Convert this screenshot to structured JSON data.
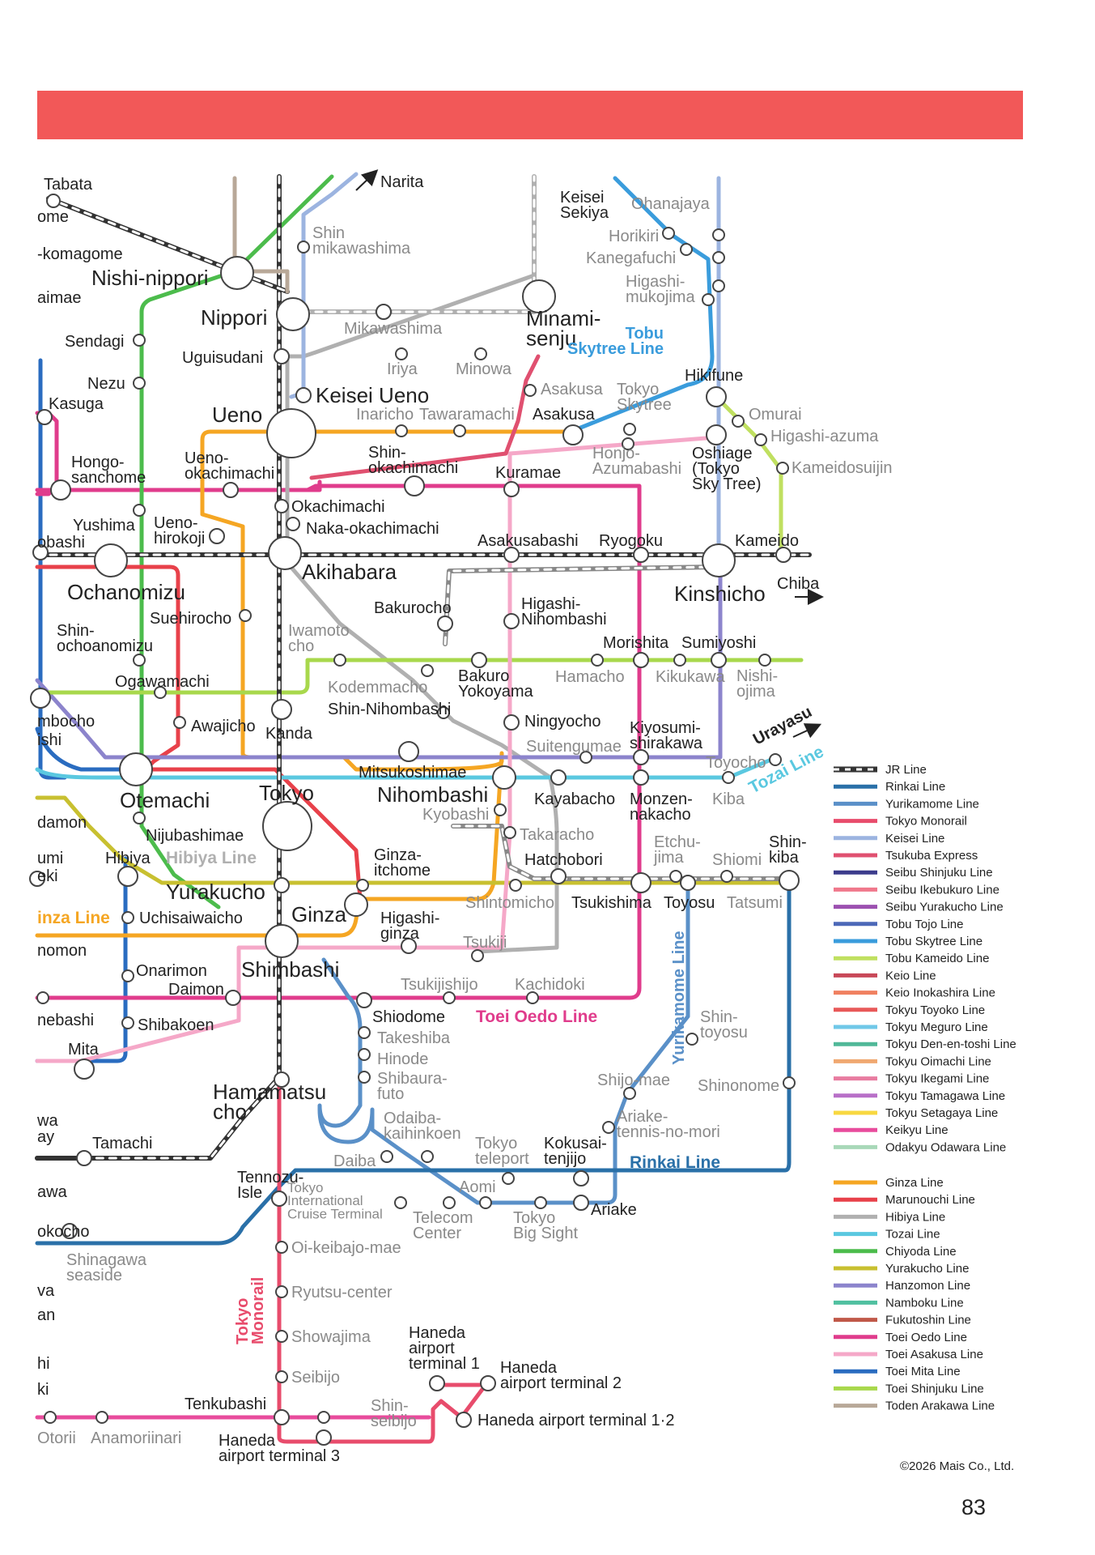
{
  "header": {
    "color": "#f25858"
  },
  "map": {
    "stations": {
      "tabata": "Tabata",
      "ome_partial": "ome",
      "komagome_partial": "-komagome",
      "nishi_nippori": "Nishi-nippori",
      "aimae_partial": "aimae",
      "nippori": "Nippori",
      "sendagi": "Sendagi",
      "uguisudani": "Uguisudani",
      "nezu": "Nezu",
      "kasuga": "Kasuga",
      "ueno": "Ueno",
      "keisei_ueno": "Keisei Ueno",
      "hongo_sanchome": "Hongo-\nsanchome",
      "ueno_okachimachi": "Ueno-\nokachimachi",
      "shin_okachimachi": "Shin-\nokachimachi",
      "kuramae": "Kuramae",
      "okachimachi": "Okachimachi",
      "naka_okachimachi": "Naka-okachimachi",
      "yushima": "Yushima",
      "ueno_hirokoji": "Ueno-\nhirokoji",
      "obashi_partial": "obashi",
      "akihabara": "Akihabara",
      "asakusabashi": "Asakusabashi",
      "ryogoku": "Ryogoku",
      "kameido": "Kameido",
      "ochanomizu": "Ochanomizu",
      "kinshicho": "Kinshicho",
      "chiba": "Chiba",
      "bakurocho": "Bakurocho",
      "higashi_nihombashi": "Higashi-\nNihombashi",
      "suehirocho": "Suehirocho",
      "shin_ochanomizu": "Shin-\nochoanomizu",
      "iwamotocho": "Iwamoto\ncho",
      "morishita": "Morishita",
      "sumiyoshi": "Sumiyoshi",
      "ogawamachi": "Ogawamachi",
      "kodemmacho": "Kodemmacho",
      "bakuro_yokoyama": "Bakuro\nYokoyama",
      "hamacho": "Hamacho",
      "kikukawa": "Kikukawa",
      "nishi_ojima": "Nishi-\nojima",
      "mbocho_partial": "mbocho",
      "shi_partial": "ishi",
      "awajicho": "Awajicho",
      "kanda": "Kanda",
      "shin_nihombashi": "Shin-Nihombashi",
      "ningyocho": "Ningyocho",
      "suitengumae": "Suitengumae",
      "kiyosumi_shirakawa": "Kiyosumi-\nshirakawa",
      "urayasu": "Urayasu",
      "mitsukoshimae": "Mitsukoshimae",
      "toyocho": "Toyocho",
      "otemachi": "Otemachi",
      "tokyo": "Tokyo",
      "nihombashi": "Nihombashi",
      "kayabacho": "Kayabacho",
      "monzen_nakacho": "Monzen-\nnakacho",
      "kiba": "Kiba",
      "damon_partial": "damon",
      "kyobashi": "Kyobashi",
      "nijubashimae": "Nijubashimae",
      "takaracho": "Takaracho",
      "umi_partial": "umi",
      "eki_partial": "eki",
      "hibiya": "Hibiya",
      "ginza_itchome": "Ginza-\nitchome",
      "hatchobori": "Hatchobori",
      "etchujima": "Etchu-\njima",
      "shiomi": "Shiomi",
      "shin_kiba": "Shin-\nkiba",
      "yurakucho": "Yurakucho",
      "shintomicho": "Shintomicho",
      "tsukishima": "Tsukishima",
      "toyosu": "Toyosu",
      "tatsumi": "Tatsumi",
      "uchisaiwaicho": "Uchisaiwaicho",
      "ginza": "Ginza",
      "higashi_ginza": "Higashi-\nginza",
      "nomon_partial": "nomon",
      "tsukiji": "Tsukiji",
      "onarimon": "Onarimon",
      "shimbashi": "Shimbashi",
      "daimon": "Daimon",
      "tsukijishijo": "Tsukijishijo",
      "kachidoki": "Kachidoki",
      "nebashi_partial": "nebashi",
      "shiodome": "Shiodome",
      "shibakoen": "Shibakoen",
      "takeshiba": "Takeshiba",
      "shin_toyosu": "Shin-\ntoyosu",
      "mita": "Mita",
      "hinode": "Hinode",
      "shijo_mae": "Shijo-mae",
      "shinonome": "Shinonome",
      "shibaura_futo": "Shibaura-\nfuto",
      "hamamatsucho": "Hamamatsu\ncho",
      "ariake_tennis": "Ariake-\ntennis-no-mori",
      "odaiba_kaihinkoen": "Odaiba-\nkaihinkoen",
      "wa_partial": "wa",
      "ay_partial": "ay",
      "tamachi": "Tamachi",
      "tokyo_teleport": "Tokyo\nteleport",
      "kokusai_tenjijo": "Kokusai-\ntenjijo",
      "daiba": "Daiba",
      "tennozu_isle": "Tennozu-\nIsle",
      "awa_partial": "awa",
      "tokyo_intl_cruise": "Tokyo\nInternational\nCruise Terminal",
      "aomi": "Aomi",
      "ariake": "Ariake",
      "okocho_partial": "okocho",
      "telecom_center": "Telecom\nCenter",
      "tokyo_big_sight": "Tokyo\nBig Sight",
      "oi_keibajo_mae": "Oi-keibajo-mae",
      "shinagawa_seaside": "Shinagawa\nseaside",
      "va_partial": "va",
      "an_partial": "an",
      "ryutsu_center": "Ryutsu-center",
      "showajima": "Showajima",
      "hi_partial": "hi",
      "ki_partial": "ki",
      "haneda_t1": "Haneda\nairport\nterminal 1",
      "haneda_t2": "Haneda\nairport terminal 2",
      "seibijo": "Seibijo",
      "tenkubashi": "Tenkubashi",
      "shin_seibijo": "Shin-\nseibijo",
      "haneda_t12": "Haneda airport terminal 1·2",
      "otorii": "Otorii",
      "anamoriinari": "Anamoriinari",
      "haneda_t3": "Haneda\nairport terminal 3",
      "narita": "Narita",
      "shin_mikawashima": "Shin\nmikawashima",
      "mikawashima": "Mikawashima",
      "minami_senju": "Minami-\nsenju",
      "keisei_sekiya": "Keisei\nSekiya",
      "ohanajaya": "Ohanajaya",
      "horikiri": "Horikiri",
      "kanegafuchi": "Kanegafuchi",
      "higashi_mukojima": "Higashi-\nmukojima",
      "iriya": "Iriya",
      "minowa": "Minowa",
      "hikifune": "Hikifune",
      "asakusa_a": "Asakusa",
      "asakusa_b": "Asakusa",
      "tokyo_skytree": "Tokyo\nSkytree",
      "omurai": "Omurai",
      "higashi_azuma": "Higashi-azuma",
      "inaricho": "Inaricho",
      "tawaramachi": "Tawaramachi",
      "honjo_azumabashi": "Honjo-\nAzumabashi",
      "oshiage": "Oshiage\n(Tokyo\nSky Tree)",
      "kameidosuijin": "Kameidosuijin"
    },
    "line_labels": {
      "tobu_skytree": "Tobu\nSkytree Line",
      "hibiya": "Hibiya Line",
      "ginza": "inza Line",
      "tozai": "Tozai Line",
      "yurikamome": "Yurikamome Line",
      "toei_oedo": "Toei Oedo Line",
      "rinkai": "Rinkai Line",
      "tokyo_monorail": "Tokyo\nMonorail"
    },
    "line_colors": {
      "jr": "#333333",
      "ginza": "#f5a623",
      "marunouchi": "#e8414a",
      "hibiya": "#b0b0b0",
      "tozai": "#5ac8e0",
      "chiyoda": "#4cbc4c",
      "yurakucho": "#c8c030",
      "hanzomon": "#8c84cc",
      "oedo": "#e03c8c",
      "asakusa": "#f5a8c8",
      "mita": "#2a6cc0",
      "shinjuku": "#a8d84c",
      "rinkai": "#2a70a8",
      "yurikamome": "#5a90c8",
      "monorail": "#e84c6c",
      "keisei": "#9cb4e0",
      "tsukuba": "#e05070",
      "tobu_skytree": "#3a9cdc",
      "tobu_kameido": "#c0e060",
      "arakawa": "#a89888"
    }
  },
  "legend": {
    "group1": [
      {
        "label": "JR Line",
        "color": "#333333",
        "dashed": true
      },
      {
        "label": "Rinkai Line",
        "color": "#2a70a8"
      },
      {
        "label": "Yurikamome Line",
        "color": "#5a90c8"
      },
      {
        "label": "Tokyo Monorail",
        "color": "#e84c6c"
      },
      {
        "label": "Keisei Line",
        "color": "#9cb4e0"
      },
      {
        "label": "Tsukuba Express",
        "color": "#e05070"
      },
      {
        "label": "Seibu Shinjuku Line",
        "color": "#3c3c8c"
      },
      {
        "label": "Seibu Ikebukuro Line",
        "color": "#f0788c"
      },
      {
        "label": "Seibu Yurakucho Line",
        "color": "#9c50b0"
      },
      {
        "label": "Tobu Tojo Line",
        "color": "#4c68b8"
      },
      {
        "label": "Tobu Skytree Line",
        "color": "#3a9cdc"
      },
      {
        "label": "Tobu Kameido Line",
        "color": "#c0e060"
      },
      {
        "label": "Keio Line",
        "color": "#c84858"
      },
      {
        "label": "Keio Inokashira Line",
        "color": "#f08060"
      },
      {
        "label": "Tokyu Toyoko Line",
        "color": "#e85858"
      },
      {
        "label": "Tokyu Meguro Line",
        "color": "#70c8e8"
      },
      {
        "label": "Tokyu Den-en-toshi Line",
        "color": "#50b898"
      },
      {
        "label": "Tokyu Oimachi Line",
        "color": "#f0a870"
      },
      {
        "label": "Tokyu Ikegami Line",
        "color": "#e87ca0"
      },
      {
        "label": "Tokyu Tamagawa Line",
        "color": "#b870c8"
      },
      {
        "label": "Tokyu Setagaya Line",
        "color": "#f8d840"
      },
      {
        "label": "Keikyu Line",
        "color": "#e84c9c"
      },
      {
        "label": "Odakyu Odawara Line",
        "color": "#a8d8b8"
      }
    ],
    "group2": [
      {
        "label": "Ginza Line",
        "color": "#f5a623"
      },
      {
        "label": "Marunouchi Line",
        "color": "#e8414a"
      },
      {
        "label": "Hibiya Line",
        "color": "#b0b0b0"
      },
      {
        "label": "Tozai Line",
        "color": "#5ac8e0"
      },
      {
        "label": "Chiyoda Line",
        "color": "#4cbc4c"
      },
      {
        "label": "Yurakucho Line",
        "color": "#c8c030"
      },
      {
        "label": "Hanzomon Line",
        "color": "#8c84cc"
      },
      {
        "label": "Namboku Line",
        "color": "#50c0a0"
      },
      {
        "label": "Fukutoshin Line",
        "color": "#c05848"
      },
      {
        "label": "Toei Oedo Line",
        "color": "#e03c8c"
      },
      {
        "label": "Toei Asakusa Line",
        "color": "#f5a8c8"
      },
      {
        "label": "Toei Mita Line",
        "color": "#2a6cc0"
      },
      {
        "label": "Toei Shinjuku Line",
        "color": "#a8d84c"
      },
      {
        "label": "Toden Arakawa Line",
        "color": "#b8a898"
      }
    ]
  },
  "footer": {
    "copyright": "©2026 Mais Co., Ltd.",
    "page_number": "83"
  }
}
